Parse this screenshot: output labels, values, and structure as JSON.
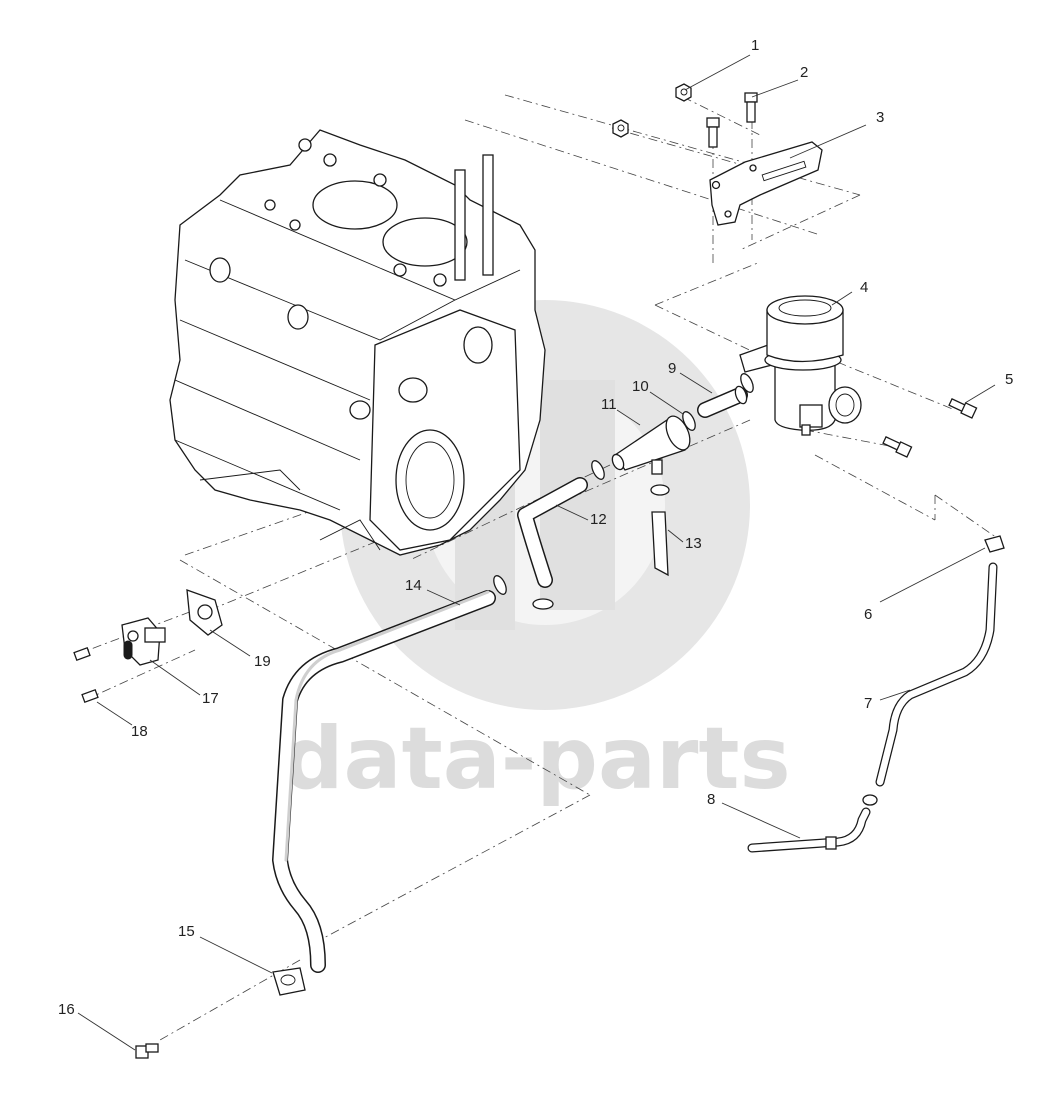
{
  "watermark": {
    "text": "data-parts",
    "color": "#dcdcdc"
  },
  "callouts": [
    {
      "id": "c1",
      "label": "1"
    },
    {
      "id": "c2",
      "label": "2"
    },
    {
      "id": "c3",
      "label": "3"
    },
    {
      "id": "c4",
      "label": "4"
    },
    {
      "id": "c5",
      "label": "5"
    },
    {
      "id": "c6",
      "label": "6"
    },
    {
      "id": "c7",
      "label": "7"
    },
    {
      "id": "c8",
      "label": "8"
    },
    {
      "id": "c9",
      "label": "9"
    },
    {
      "id": "c10",
      "label": "10"
    },
    {
      "id": "c11",
      "label": "11"
    },
    {
      "id": "c12",
      "label": "12"
    },
    {
      "id": "c13",
      "label": "13"
    },
    {
      "id": "c14",
      "label": "14"
    },
    {
      "id": "c15",
      "label": "15"
    },
    {
      "id": "c16",
      "label": "16"
    },
    {
      "id": "c17",
      "label": "17"
    },
    {
      "id": "c18",
      "label": "18"
    },
    {
      "id": "c19",
      "label": "19"
    }
  ]
}
